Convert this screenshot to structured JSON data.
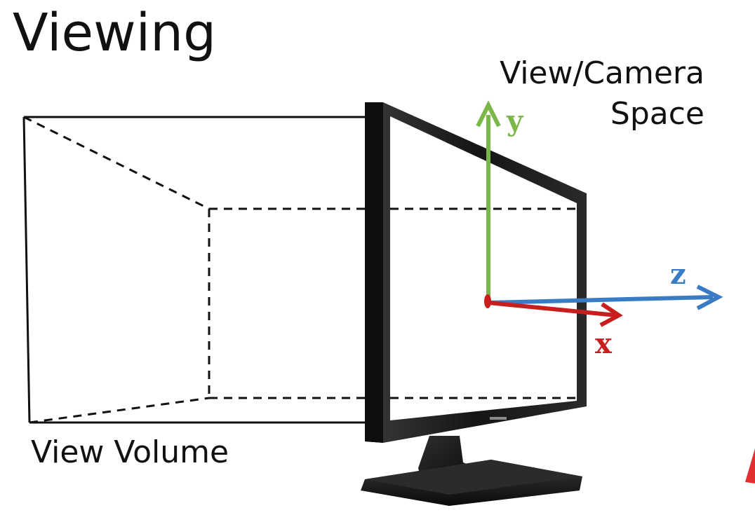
{
  "title": "Viewing",
  "space_label": {
    "line1": "View/Camera",
    "line2": "Space"
  },
  "volume_label": "View Volume",
  "axes": {
    "y": {
      "label": "y",
      "color": "#7ab648"
    },
    "z": {
      "label": "z",
      "color": "#3a7cc4"
    },
    "x": {
      "label": "x",
      "color": "#c81e1e"
    }
  },
  "colors": {
    "monitor": "#1a1a1a",
    "line": "#111111",
    "background": "#ffffff"
  }
}
